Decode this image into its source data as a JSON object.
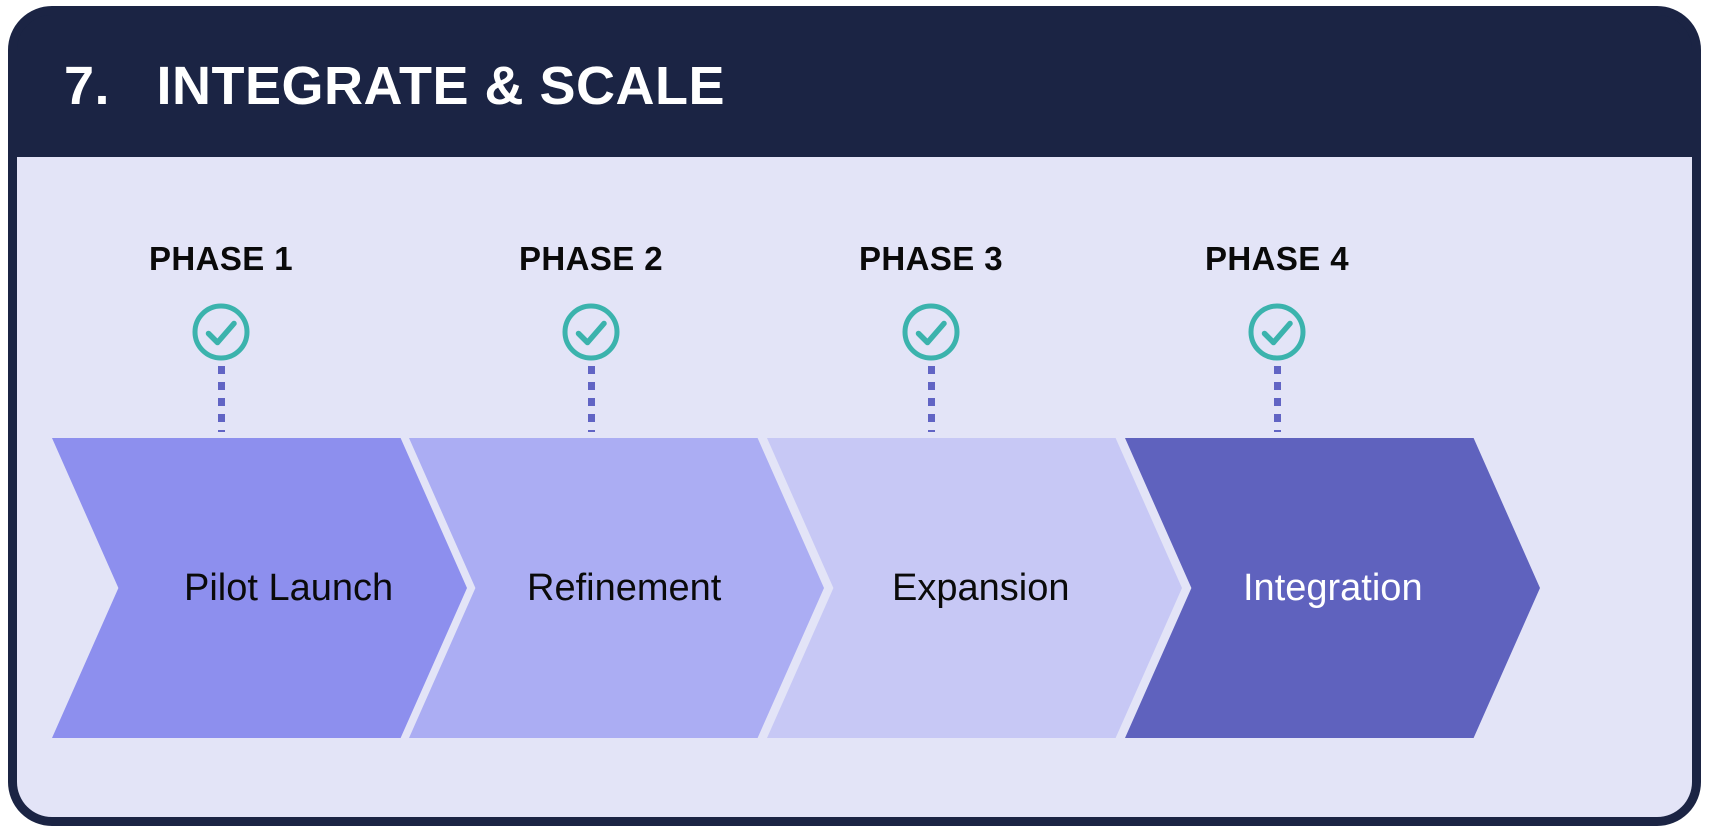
{
  "header": {
    "number": "7.",
    "title": "INTEGRATE & SCALE",
    "full_title": "7.   INTEGRATE & SCALE",
    "background_color": "#1b2444",
    "text_color": "#ffffff"
  },
  "panel": {
    "background_color": "#e3e4f7"
  },
  "colors": {
    "navy": "#1b2444",
    "panel_bg": "#e3e4f7",
    "check_teal": "#3bb3ad",
    "dotted_purple": "#6164c4",
    "chevron_1": "#8d8fee",
    "chevron_2": "#abadf3",
    "chevron_3": "#c7c8f5",
    "chevron_4": "#5f62be"
  },
  "phases": [
    {
      "label": "PHASE 1",
      "step_label": "Pilot Launch",
      "status_icon": "check-circle-icon",
      "completed": true,
      "fill_color": "#8d8fee",
      "text_color": "#0a0a0a"
    },
    {
      "label": "PHASE 2",
      "step_label": "Refinement",
      "status_icon": "check-circle-icon",
      "completed": true,
      "fill_color": "#abadf3",
      "text_color": "#0a0a0a"
    },
    {
      "label": "PHASE 3",
      "step_label": "Expansion",
      "status_icon": "check-circle-icon",
      "completed": true,
      "fill_color": "#c7c8f5",
      "text_color": "#0a0a0a"
    },
    {
      "label": "PHASE 4",
      "step_label": "Integration",
      "status_icon": "check-circle-icon",
      "completed": true,
      "fill_color": "#5f62be",
      "text_color": "#ffffff"
    }
  ]
}
